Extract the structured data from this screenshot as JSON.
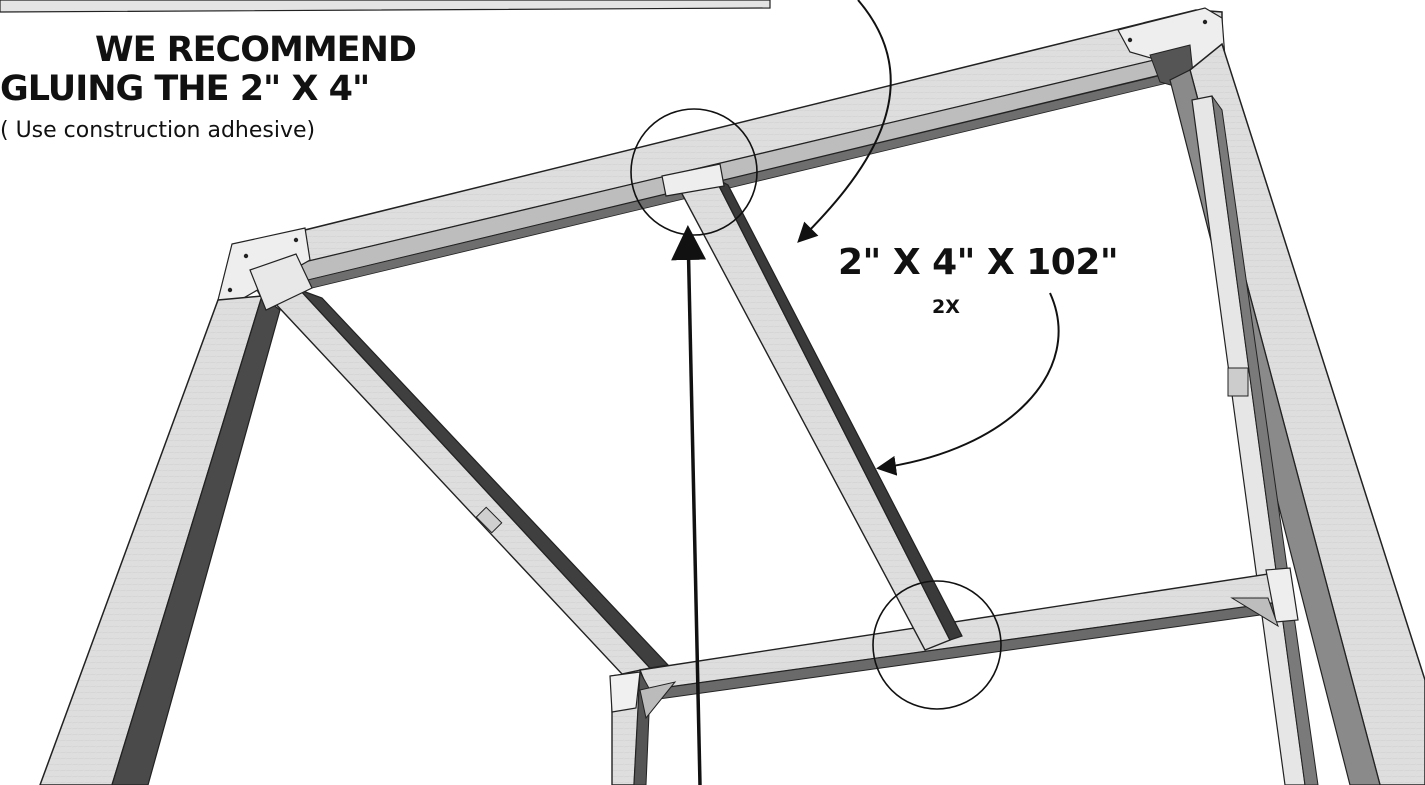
{
  "instructions": {
    "recommend_line1": "WE RECOMMEND",
    "recommend_line2": "GLUING THE 2\" X 4\"",
    "adhesive_note": "( Use construction adhesive)"
  },
  "part": {
    "dimensions": "2\" X 4\" X 102\"",
    "quantity": "2X"
  },
  "colors": {
    "ink": "#111111",
    "wood_face": "#d9d9d9",
    "wood_light": "#ececec",
    "wood_dark": "#4a4a4a",
    "wood_mid": "#8a8a8a",
    "background": "#ffffff"
  }
}
